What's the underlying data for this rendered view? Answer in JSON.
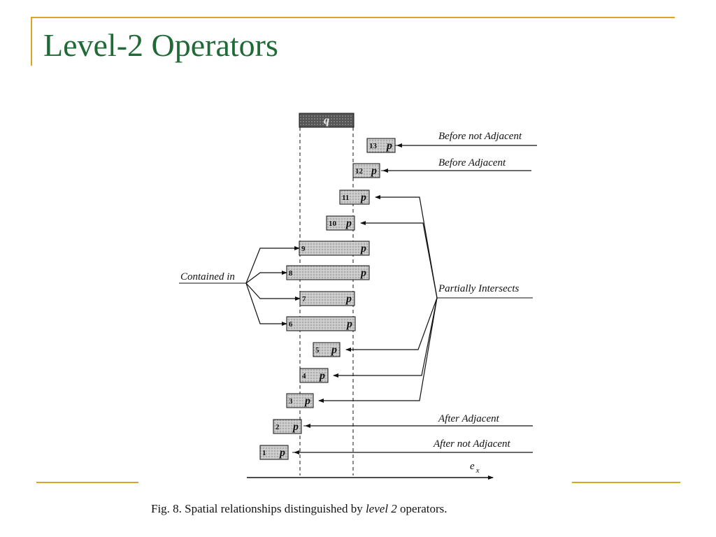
{
  "slide": {
    "title": "Level-2 Operators"
  },
  "figure": {
    "reference_label": "q",
    "row_label": "p",
    "axis_label": "e",
    "axis_subscript": "x",
    "relations": {
      "before_not_adjacent": "Before not Adjacent",
      "before_adjacent": "Before Adjacent",
      "partially_intersects": "Partially Intersects",
      "contained_in": "Contained in",
      "after_adjacent": "After Adjacent",
      "after_not_adjacent": "After not Adjacent"
    },
    "rows": [
      {
        "n": "13",
        "relation": "before_not_adjacent"
      },
      {
        "n": "12",
        "relation": "before_adjacent"
      },
      {
        "n": "11",
        "relation": "partially_intersects"
      },
      {
        "n": "10",
        "relation": "partially_intersects"
      },
      {
        "n": "9",
        "relation": "contained_in"
      },
      {
        "n": "8",
        "relation": "contained_in"
      },
      {
        "n": "7",
        "relation": "contained_in"
      },
      {
        "n": "6",
        "relation": "contained_in"
      },
      {
        "n": "5",
        "relation": "partially_intersects"
      },
      {
        "n": "4",
        "relation": "partially_intersects"
      },
      {
        "n": "3",
        "relation": "partially_intersects"
      },
      {
        "n": "2",
        "relation": "after_adjacent"
      },
      {
        "n": "1",
        "relation": "after_not_adjacent"
      }
    ],
    "caption": {
      "prefix": "Fig. 8. Spatial relationships distinguished by",
      "emphasis": "level 2",
      "suffix": "operators."
    }
  },
  "colors": {
    "title": "#1e6b35",
    "accent": "#d8a528",
    "box_fill": "#c9c9c9",
    "ref_fill": "#555555"
  }
}
